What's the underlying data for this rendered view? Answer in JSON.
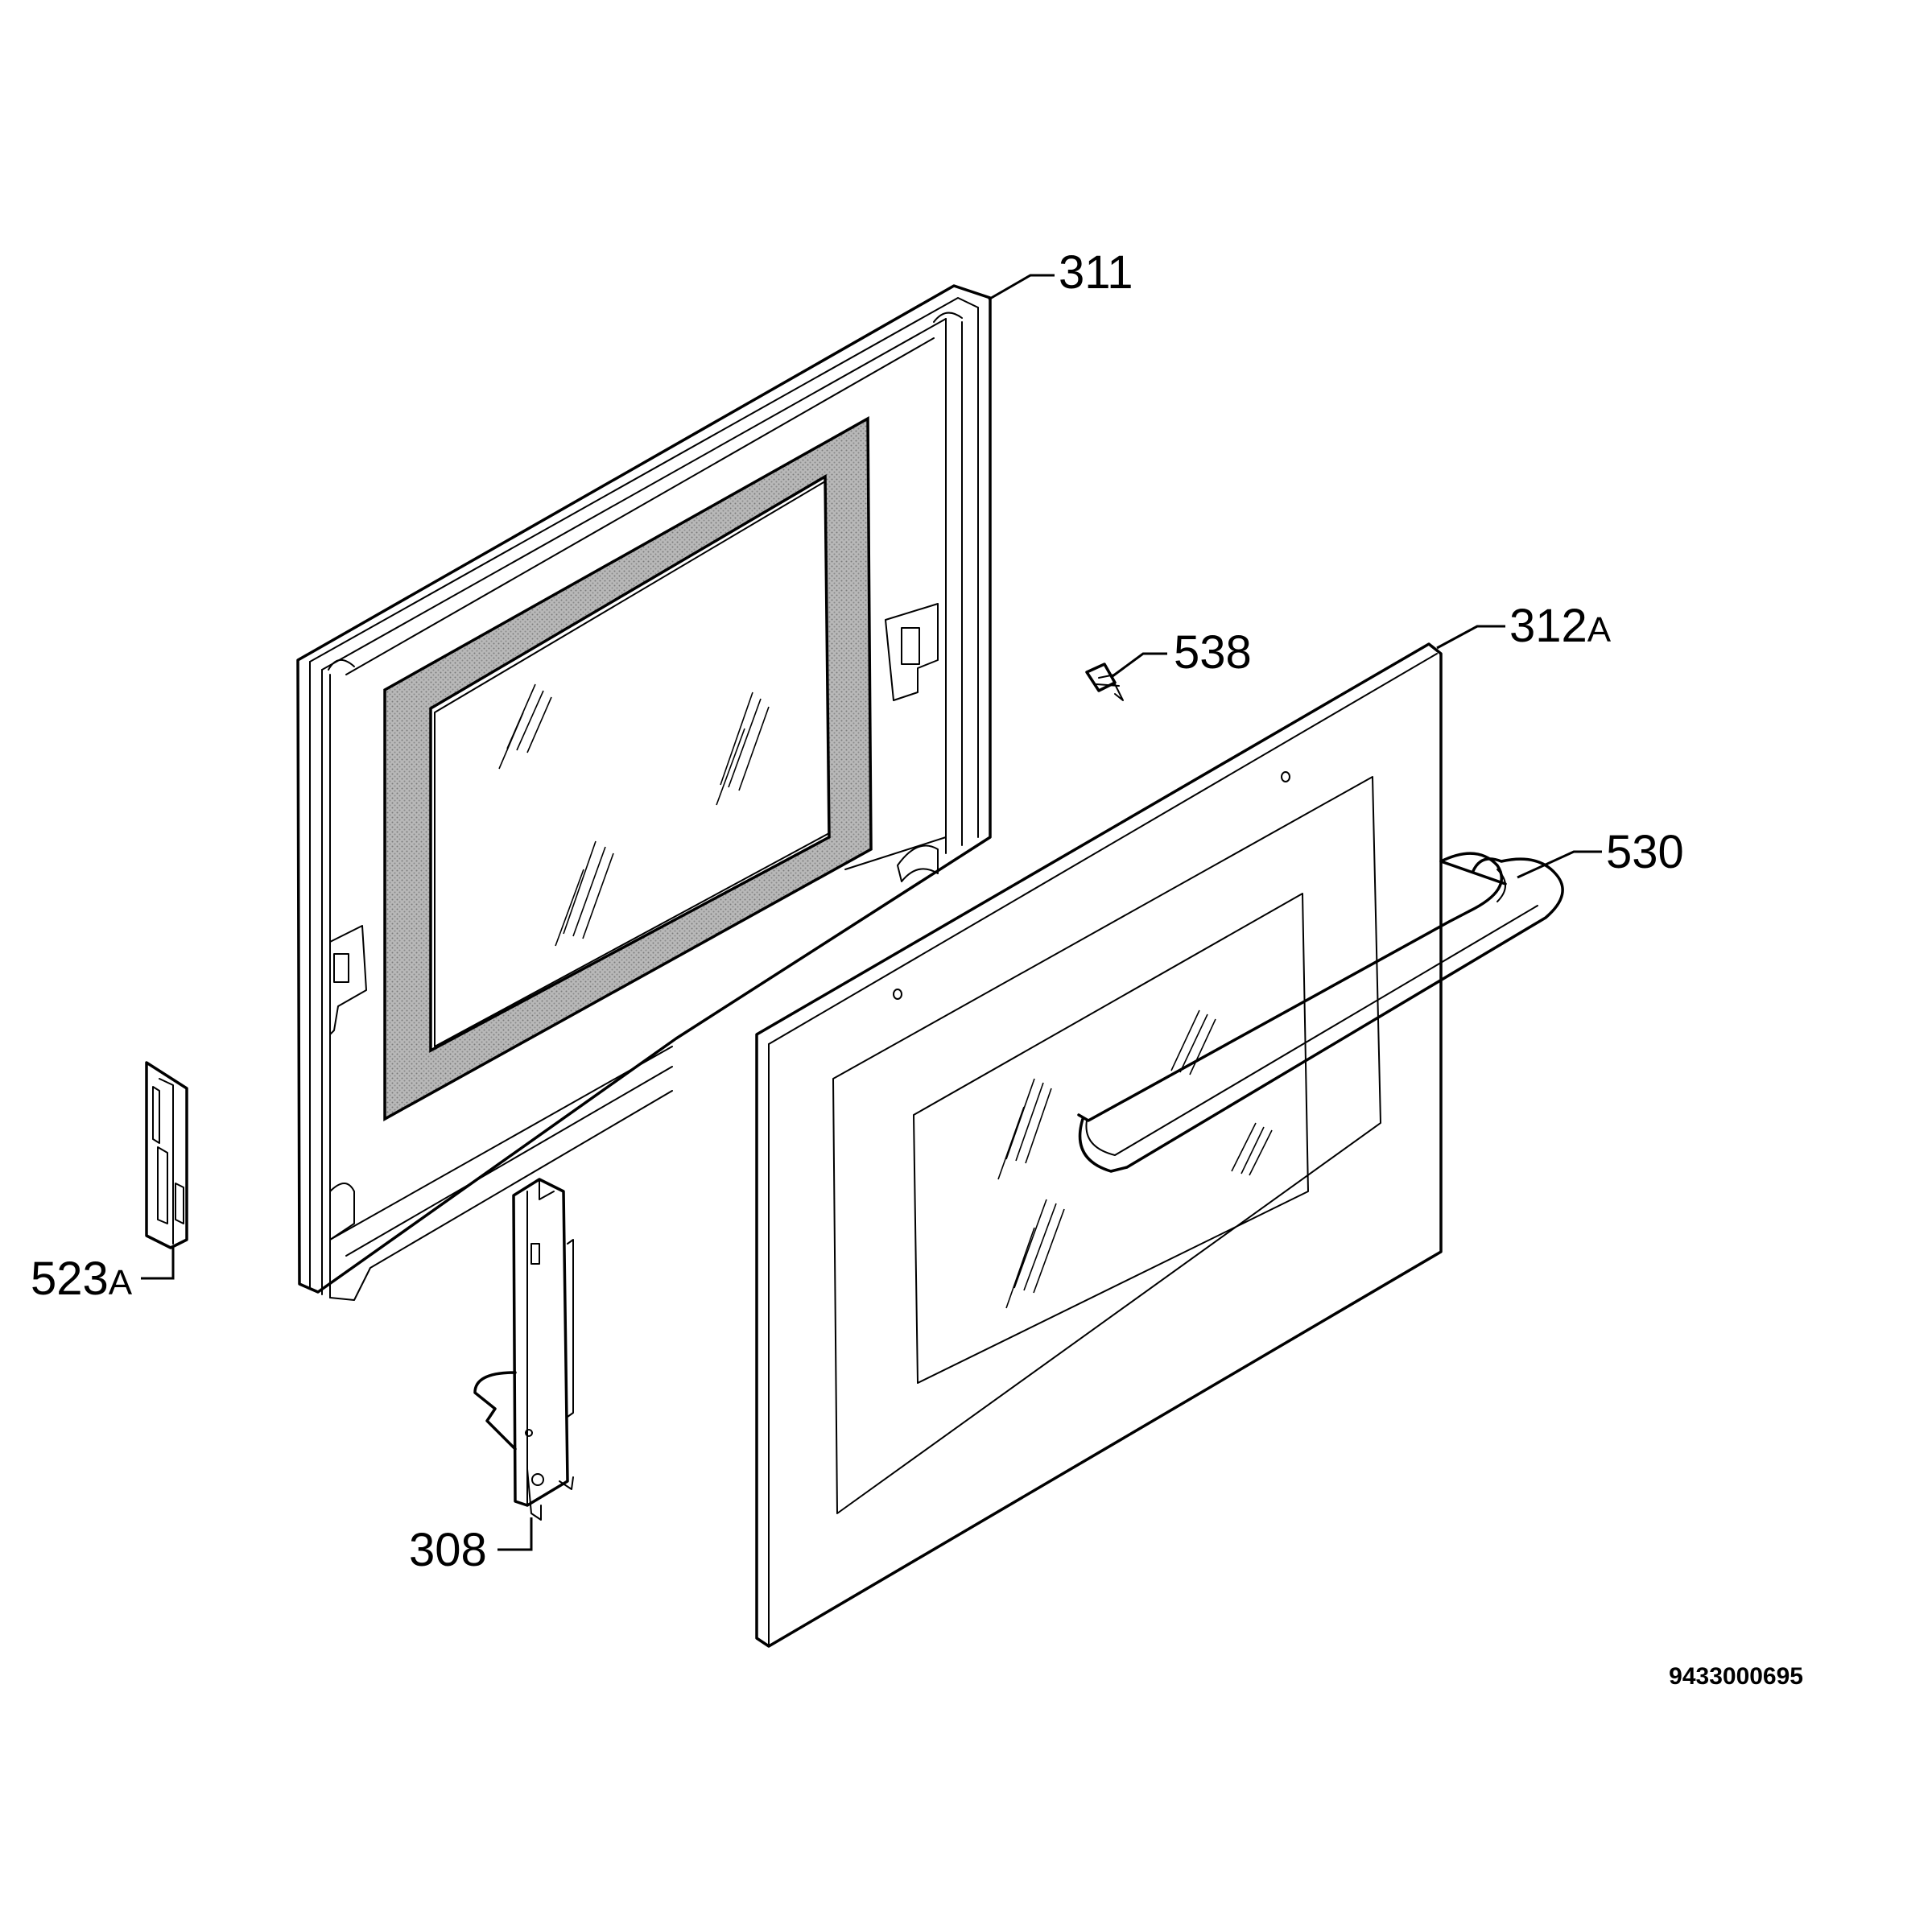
{
  "diagram": {
    "callouts": [
      {
        "id": "311",
        "number": "311",
        "suffix": ""
      },
      {
        "id": "538",
        "number": "538",
        "suffix": ""
      },
      {
        "id": "312A",
        "number": "312",
        "suffix": "A"
      },
      {
        "id": "530",
        "number": "530",
        "suffix": ""
      },
      {
        "id": "523A",
        "number": "523",
        "suffix": "A"
      },
      {
        "id": "308",
        "number": "308",
        "suffix": ""
      }
    ],
    "document_number": "9433000695"
  },
  "colors": {
    "line": "#000000",
    "background": "#ffffff",
    "gasket": "#a9a9a9"
  }
}
